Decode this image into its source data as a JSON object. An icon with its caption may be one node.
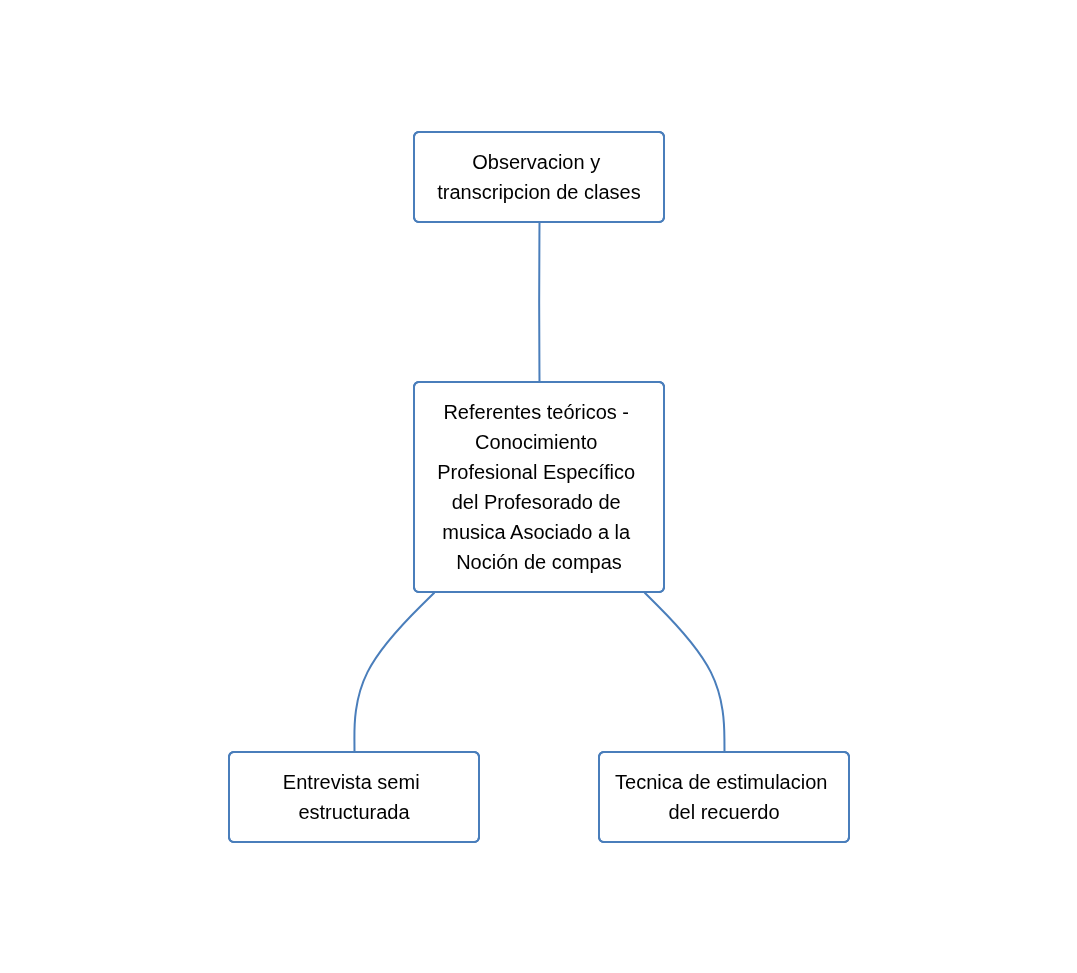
{
  "diagram": {
    "nodes": [
      {
        "text": [
          "Observacion y transcripcion de clases"
        ]
      },
      {
        "text": [
          "Referentes teóricos - Conocimiento Profesional Específico del Profesorado de musica Asociado a la Noción de compas"
        ]
      },
      {
        "text": [
          "Entrevista semi estructurada"
        ]
      },
      {
        "text": [
          "Tecnica de estimulacion del recuerdo"
        ]
      }
    ],
    "edges": [
      {
        "from": 0,
        "to": 1,
        "arrow": "none"
      },
      {
        "from": 1,
        "to": 2,
        "arrow": "none"
      },
      {
        "from": 1,
        "to": 3,
        "arrow": "none"
      }
    ]
  }
}
